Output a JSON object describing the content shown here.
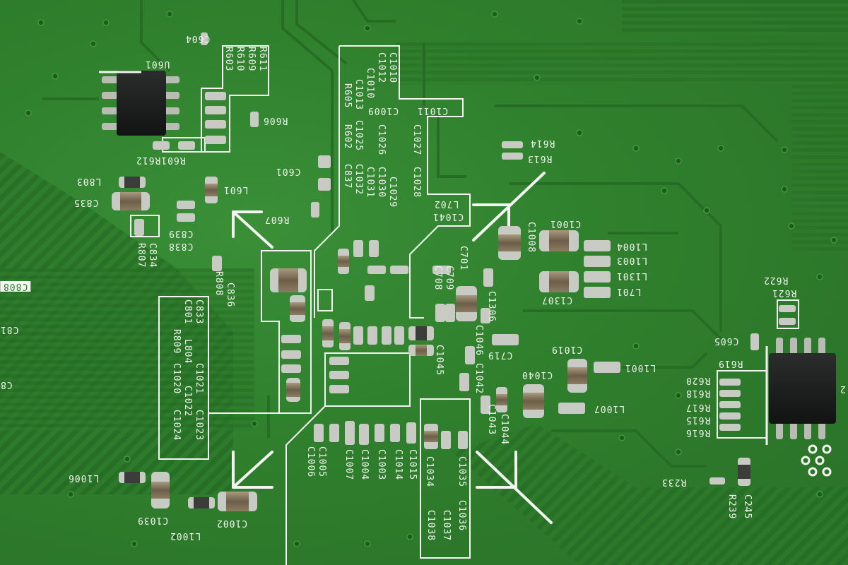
{
  "board": {
    "labels": {
      "u601": "U601",
      "c604": "C604",
      "r611": "R611",
      "r609": "R609",
      "r610": "R610",
      "r603": "R603",
      "r606": "R606",
      "r601r612": "R601R612",
      "c601": "C601",
      "l601": "L601",
      "r607": "R607",
      "l803": "L803",
      "c835": "C835",
      "c839": "C839",
      "c838": "C838",
      "c834": "C834",
      "r807": "R807",
      "r808": "R808",
      "c836": "C836",
      "c833": "C833",
      "c801": "C801",
      "l804": "L804",
      "r809": "R809",
      "c1020": "C1020",
      "c1021": "C1021",
      "c1022": "C1022",
      "c1023": "C1023",
      "c1024": "C1024",
      "c1010": "C1010",
      "c1012": "C1012",
      "c1010b": "C1010",
      "c1013": "C1013",
      "r605": "R605",
      "c1009": "C1009",
      "c1011": "C1011",
      "c1025": "C1025",
      "r602": "R602",
      "c1026": "C1026",
      "c1032": "C1032",
      "c837": "C837",
      "c1027": "C1027",
      "c1030": "C1030",
      "c1031": "C1031",
      "c1029": "C1029",
      "c1028": "C1028",
      "l702": "L702",
      "c1041": "C1041",
      "r614": "R614",
      "r613": "R613",
      "c1001": "C1001",
      "c1008": "C1008",
      "l1004": "L1004",
      "l1003": "L1003",
      "l1301": "L1301",
      "l701": "L701",
      "c1307": "C1307",
      "c701": "C701",
      "c709": "C709",
      "c708": "C708",
      "c1306": "C1306",
      "c719": "C719",
      "c1019": "C1019",
      "c1046": "C1046",
      "c1045": "C1045",
      "c1042": "C1042",
      "c1040": "C1040",
      "l1001": "L1001",
      "l1007": "L1007",
      "c1044": "C1044",
      "c1043": "C1043",
      "c1005": "C1005",
      "c1006": "C1006",
      "c1007": "C1007",
      "c1004": "C1004",
      "c1003": "C1003",
      "c1014": "C1014",
      "c1015": "C1015",
      "c1035": "C1035",
      "c1034": "C1034",
      "c1036": "C1036",
      "c1037": "C1037",
      "c1038": "C1038",
      "l1006": "L1006",
      "c1039": "C1039",
      "c1002": "C1002",
      "l1002": "L1002",
      "r622": "R622",
      "r621": "R621",
      "c605": "C605",
      "r619": "R619",
      "r620": "R620",
      "r618": "R618",
      "r617": "R617",
      "r615": "R615",
      "r616": "R616",
      "r233": "R233",
      "c245": "C245",
      "r239": "R239",
      "c808": "C808",
      "c81": "C81",
      "c8": "C8",
      "n2": "2"
    }
  },
  "colors": {
    "board": "#2f7f2d",
    "trace": "#276c25",
    "silkscreen": "#f2f5f0",
    "ic_body": "#1a1c1b",
    "pad_metal": "#b9bcb5",
    "capacitor_body": "#7a6a52"
  }
}
